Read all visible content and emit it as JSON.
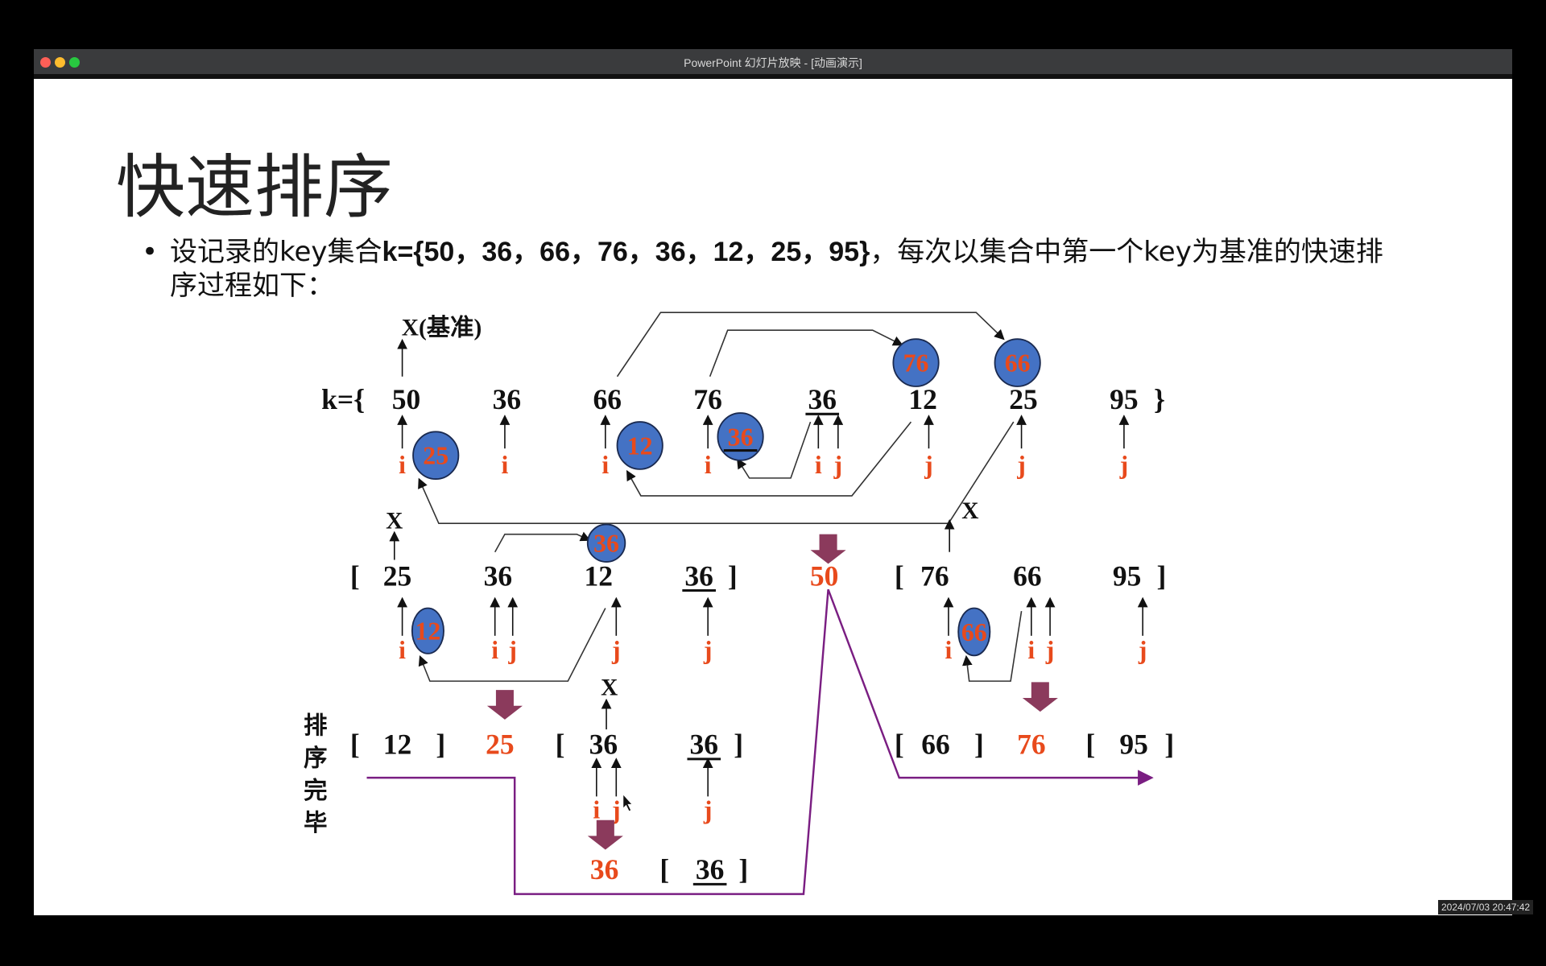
{
  "window": {
    "title": "PowerPoint 幻灯片放映 - [动画演示]",
    "controls": [
      "close",
      "minimize",
      "zoom"
    ]
  },
  "slide": {
    "title": "快速排序",
    "bullet": {
      "prefix": "设记录的key集合",
      "set": "k={50，36，66，76，36，12，25，95}",
      "suffix": "，每次以集合中第一个key为基准的快速排序过程如下："
    }
  },
  "diagram": {
    "pivot_label": "X(基准)",
    "x_label": "X",
    "done_label": [
      "排",
      "序",
      "完",
      "毕"
    ],
    "row1": [
      "k={",
      "50",
      "36",
      "66",
      "76",
      "36",
      "12",
      "25",
      "95",
      "}"
    ],
    "row1_pointers": [
      "i",
      "i",
      "i",
      "i",
      "i",
      "j",
      "j",
      "j",
      "j"
    ],
    "row1_circles": [
      "25",
      "12",
      "36",
      "76",
      "66"
    ],
    "row2": [
      "[",
      "25",
      "36",
      "12",
      "36",
      "]",
      "50",
      "[",
      "76",
      "66",
      "95",
      "]"
    ],
    "row2_pointers": [
      "i",
      "i",
      "j",
      "j",
      "j",
      "i",
      "i",
      "j",
      "j"
    ],
    "row2_circles": [
      "36",
      "12",
      "66"
    ],
    "row3": [
      "[",
      "12",
      "]",
      "25",
      "[",
      "36",
      "36",
      "]",
      "[",
      "66",
      "]",
      "76",
      "[",
      "95",
      "]"
    ],
    "row3_pointers": [
      "i",
      "j",
      "j"
    ],
    "row4": [
      "36",
      "[",
      "36",
      "]"
    ],
    "colors": {
      "number": "#111111",
      "highlight": "#e84a1c",
      "circle_fill": "#4472c4",
      "down_arrow": "#8b3a5c",
      "path": "#7a1e82"
    }
  },
  "timestamp": "2024/07/03 20:47:42"
}
